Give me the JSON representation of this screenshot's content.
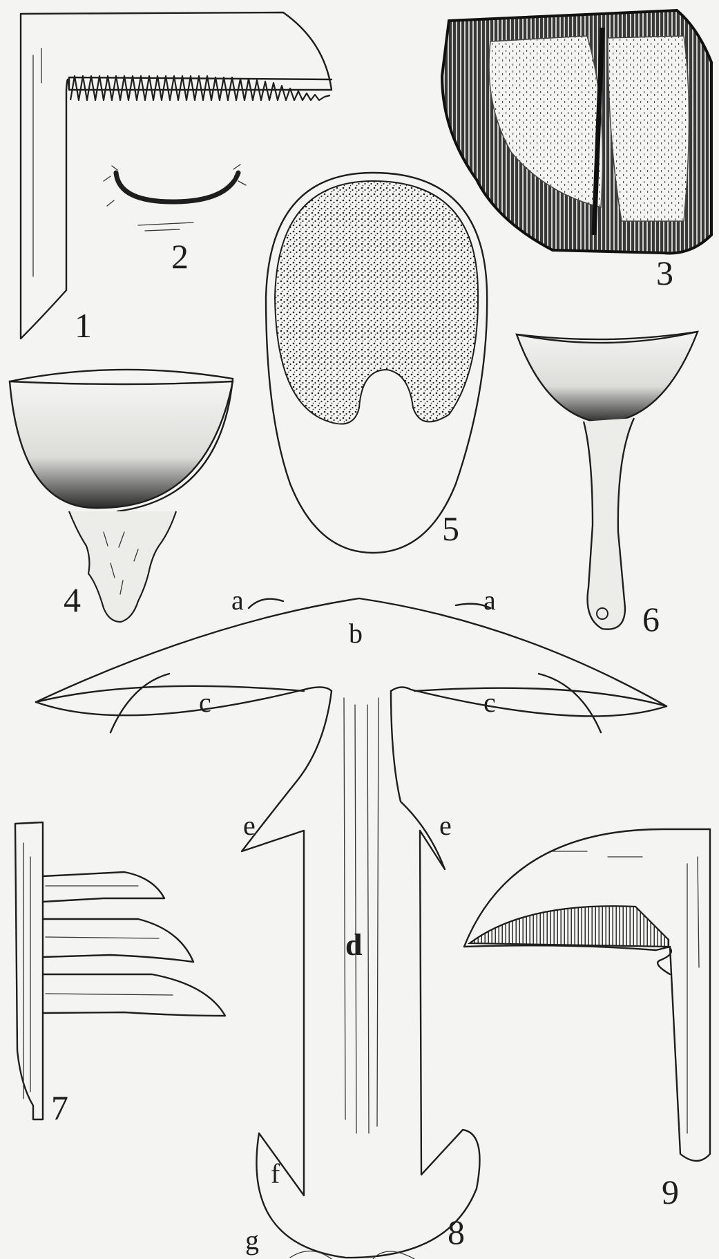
{
  "figures": [
    {
      "key": "fig1",
      "number": "1"
    },
    {
      "key": "fig2",
      "number": "2"
    },
    {
      "key": "fig3",
      "number": "3"
    },
    {
      "key": "fig4",
      "number": "4"
    },
    {
      "key": "fig5",
      "number": "5"
    },
    {
      "key": "fig6",
      "number": "6"
    },
    {
      "key": "fig7",
      "number": "7"
    },
    {
      "key": "fig8",
      "number": "8"
    },
    {
      "key": "fig9",
      "number": "9"
    }
  ],
  "fig8_labels": {
    "a_left": "a",
    "a_right": "a",
    "b": "b",
    "c_left": "c",
    "c_right": "c",
    "d": "d",
    "e_left": "e",
    "e_right": "e",
    "f": "f",
    "g": "g"
  }
}
